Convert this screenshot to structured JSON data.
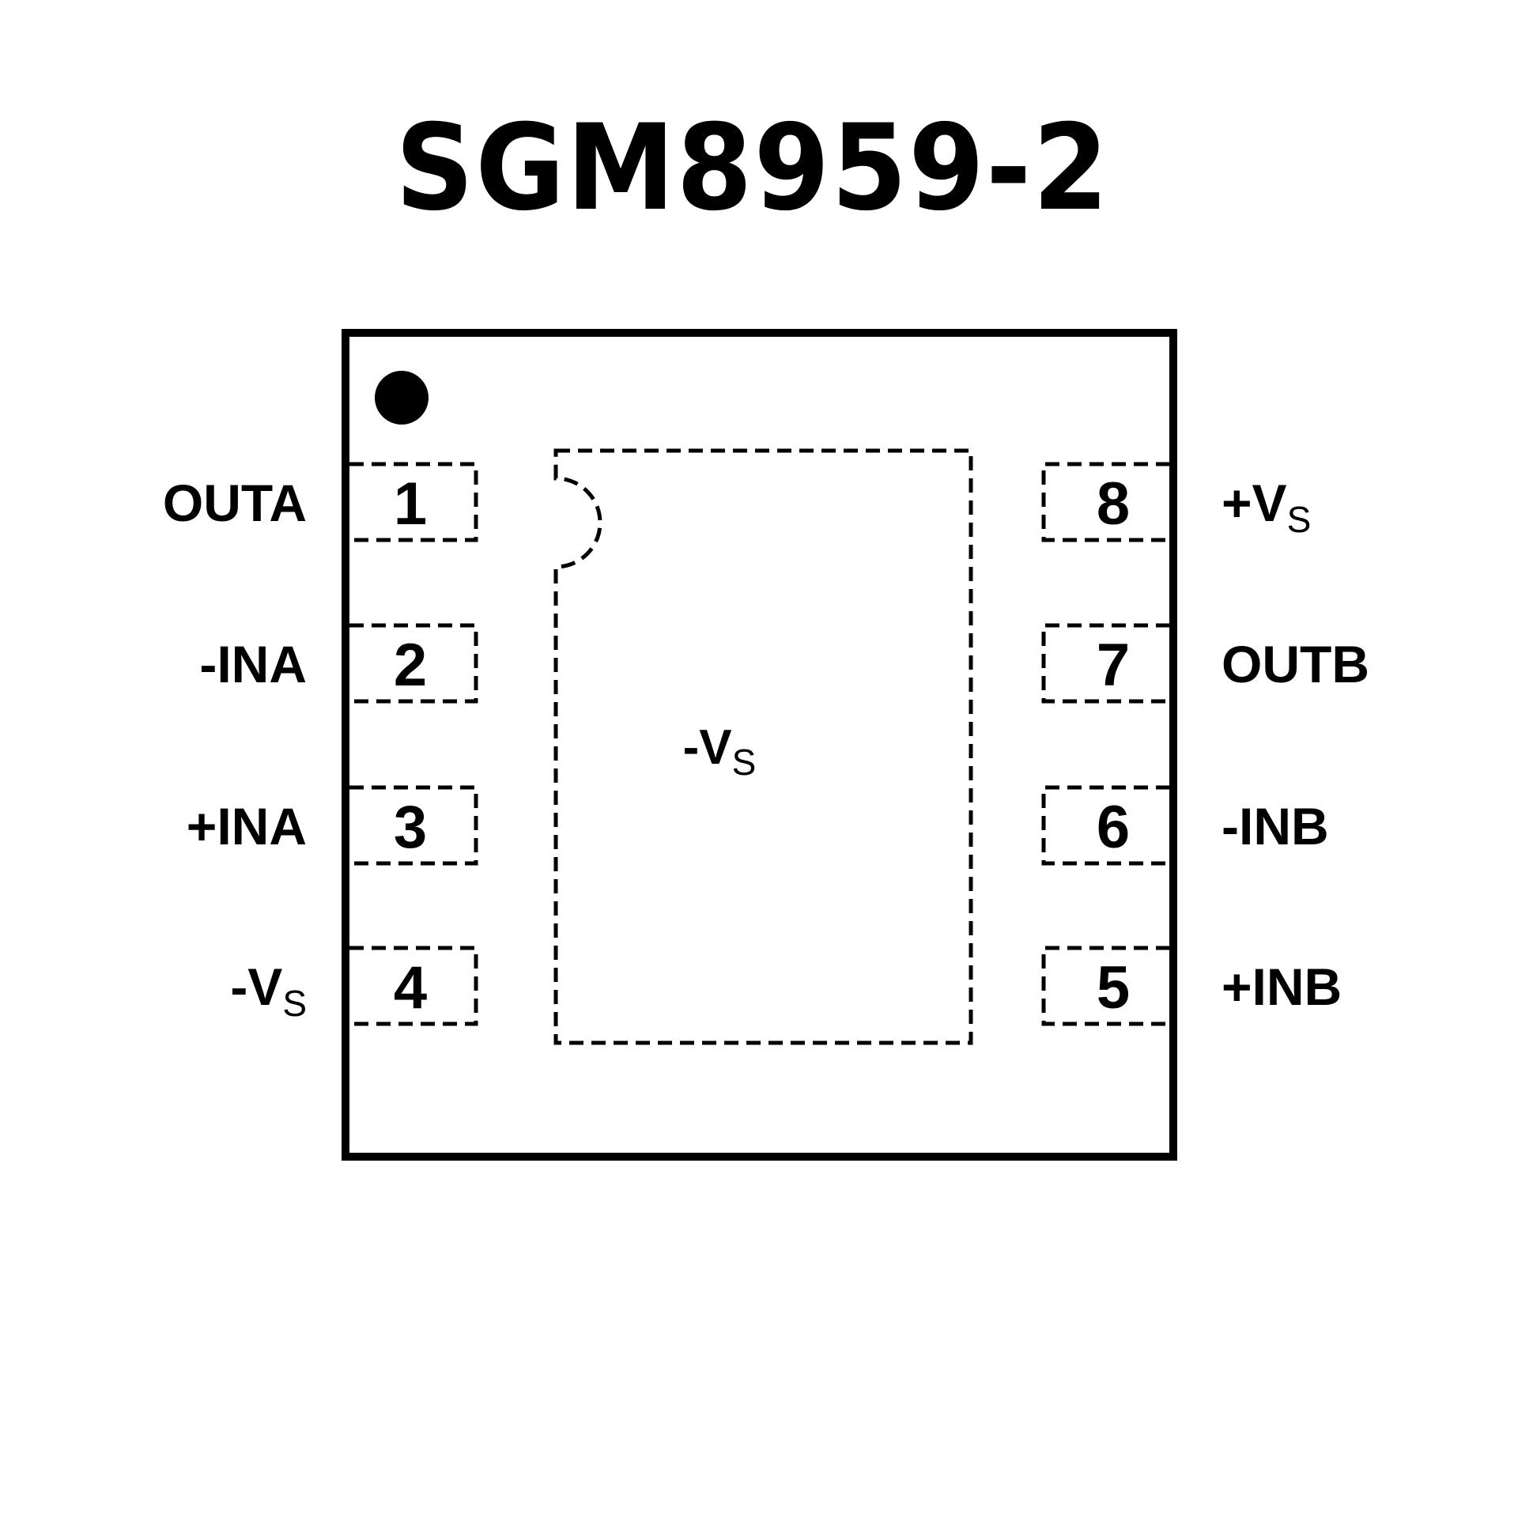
{
  "title": "SGM8959-2",
  "package": {
    "pin1_marker": "dot",
    "thermal_pad": {
      "label_main": "-V",
      "label_sub": "S"
    },
    "left_pins": [
      {
        "number": "1",
        "name_main": "OUTA",
        "name_sub": ""
      },
      {
        "number": "2",
        "name_main": "-INA",
        "name_sub": ""
      },
      {
        "number": "3",
        "name_main": "+INA",
        "name_sub": ""
      },
      {
        "number": "4",
        "name_main": "-V",
        "name_sub": "S"
      }
    ],
    "right_pins": [
      {
        "number": "8",
        "name_main": "+V",
        "name_sub": "S"
      },
      {
        "number": "7",
        "name_main": "OUTB",
        "name_sub": ""
      },
      {
        "number": "6",
        "name_main": "-INB",
        "name_sub": ""
      },
      {
        "number": "5",
        "name_main": "+INB",
        "name_sub": ""
      }
    ]
  },
  "colors": {
    "ink": "#000000",
    "background": "#ffffff"
  }
}
